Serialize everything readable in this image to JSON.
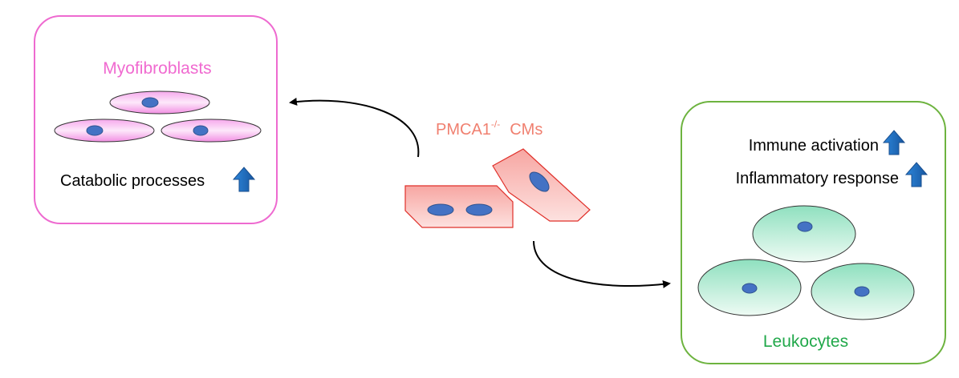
{
  "colors": {
    "myofibroblast_border": "#ee6ad0",
    "myofibroblast_title": "#f06ad0",
    "leukocyte_border": "#6db33f",
    "leukocyte_title": "#21a84a",
    "cm_label": "#f08070",
    "up_arrow": "#1f73c8",
    "nucleus": "#4472c4"
  },
  "center": {
    "label_main": "PMCA1",
    "label_sup": "-/-",
    "label_suffix": "CMs"
  },
  "myofibroblasts": {
    "title": "Myofibroblasts",
    "process": "Catabolic processes",
    "process_icon": "up-arrow-icon"
  },
  "leukocytes": {
    "title": "Leukocytes",
    "effects": [
      {
        "label": "Immune activation",
        "icon": "up-arrow-icon"
      },
      {
        "label": "Inflammatory response",
        "icon": "up-arrow-icon"
      }
    ]
  }
}
